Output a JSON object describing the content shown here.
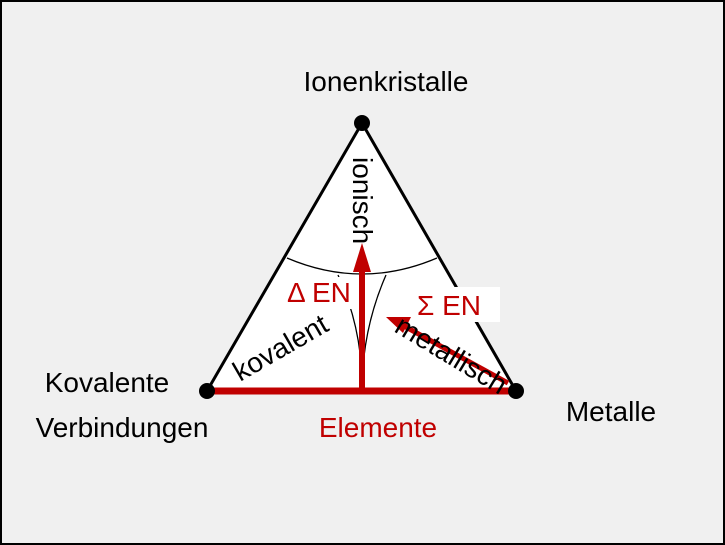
{
  "vertices": {
    "top": "Ionenkristalle",
    "left_line1": "Kovalente",
    "left_line2": "Verbindungen",
    "right": "Metalle"
  },
  "arrows": {
    "delta_en": "Δ EN",
    "sigma_en": "Σ EN",
    "base": "Elemente"
  },
  "regions": {
    "ionic": "ionisch",
    "covalent": "kovalent",
    "metallic": "metallisch"
  },
  "colors": {
    "accent": "#c00000",
    "line": "#000000",
    "background": "#f0f0f0"
  }
}
